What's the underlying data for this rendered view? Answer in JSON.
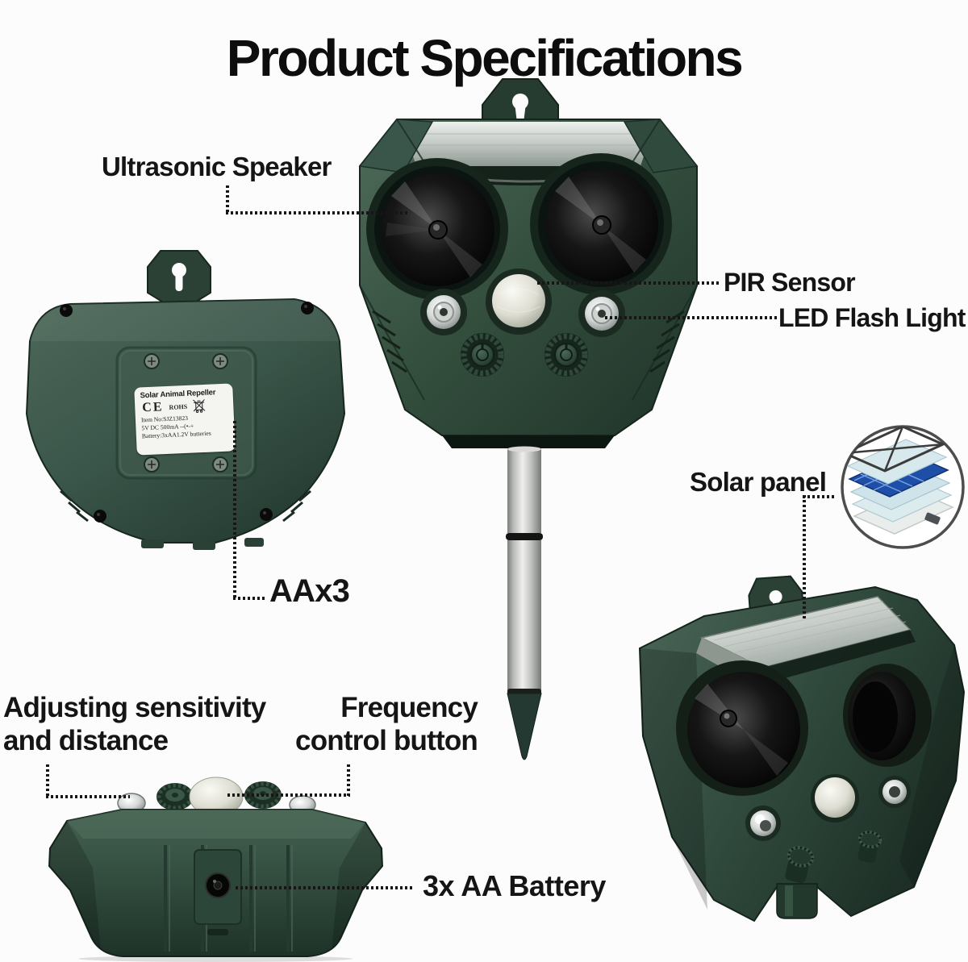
{
  "title": "Product Specifications",
  "labels": {
    "ultrasonic_speaker": "Ultrasonic Speaker",
    "pir_sensor": "PIR Sensor",
    "led_flash_light": "LED Flash Light",
    "solar_panel": "Solar panel",
    "aax3": "AAx3",
    "adjusting_line1": "Adjusting sensitivity",
    "adjusting_line2": "and distance",
    "frequency_line1": "Frequency",
    "frequency_line2": "control button",
    "battery": "3x AA  Battery"
  },
  "device_label": {
    "product_name": "Solar Animal Repeller",
    "ce": "CE",
    "rohs": "ROHS",
    "item_no": "Item No:SJZ13823",
    "power": "5V DC 500mA --(•-+",
    "battery_spec": "Battery:3xAA1.2V butteries"
  },
  "icons": {
    "weee_icon": "crossed-out-wheeled-bin"
  },
  "colors": {
    "body_green": "#35503f",
    "body_green_dark": "#1f3329",
    "solar_silver": "#c2c8c4",
    "solar_cell_blue": "#1d4fa8",
    "pole_silver": "#c0c2bf",
    "text": "#151515",
    "background": "#fcfcfc"
  }
}
